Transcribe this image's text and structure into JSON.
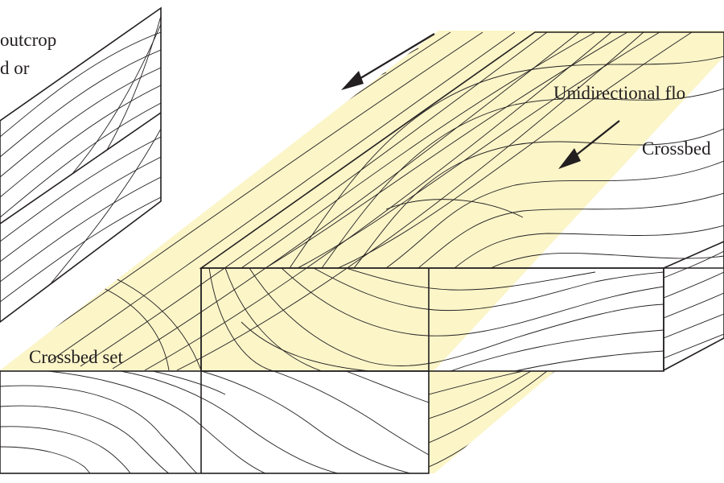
{
  "labels": {
    "outcrop_line1": "outcrop",
    "outcrop_line2": "d or",
    "flow": "Unidirectional flo",
    "crossbed_right": "Crossbed",
    "crossbed_set": "Crossbed set"
  },
  "colors": {
    "pale_yellow": "#fbf5c8",
    "bright_yellow": "#fbf28c",
    "light_gray": "#d2d3d5",
    "dark_gray": "#a9aaad",
    "line": "#231f20"
  },
  "icons": {
    "flow_arrow_upper": "arrow-down-left-icon",
    "flow_arrow_gray": "arrow-down-left-icon"
  }
}
